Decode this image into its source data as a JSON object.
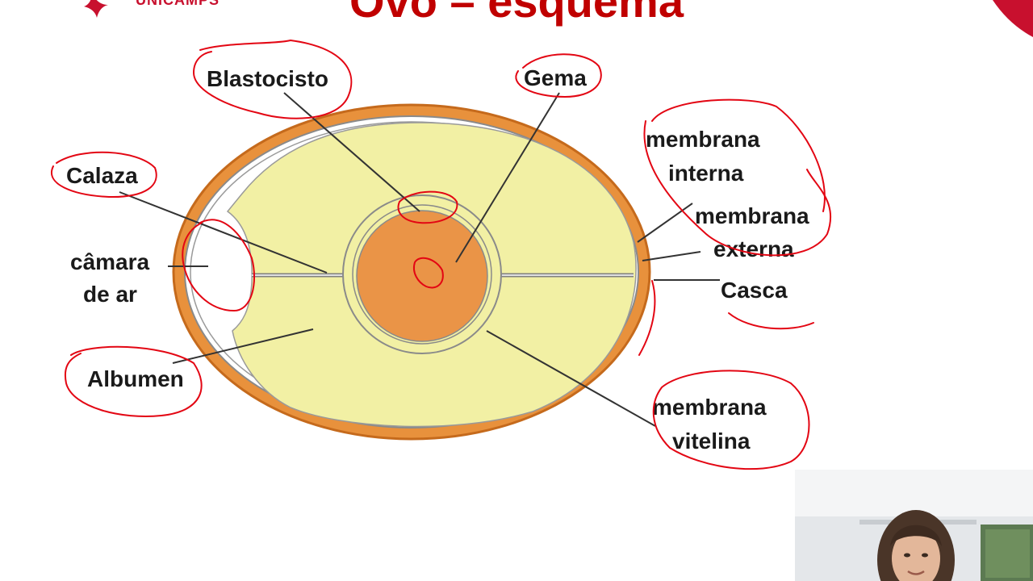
{
  "slide": {
    "title": "Ovo – esquema",
    "logo_text": "UNICAMPS"
  },
  "diagram": {
    "labels": {
      "blastocisto": "Blastocisto",
      "gema": "Gema",
      "calaza": "Calaza",
      "membrana_interna_line1": "membrana",
      "membrana_interna_line2": "interna",
      "membrana_externa_line1": "membrana",
      "membrana_externa_line2": "externa",
      "camara_line1": "câmara",
      "camara_line2": "de ar",
      "casca": "Casca",
      "albumen": "Albumen",
      "vitelina_line1": "membrana",
      "vitelina_line2": "vitelina"
    },
    "colors": {
      "shell": "#e8913c",
      "albumen": "#f2f0a4",
      "yolk": "#ea9447",
      "annotation": "#e30613",
      "title": "#c00000"
    }
  },
  "webcam": {
    "icon": "presenter-video"
  }
}
